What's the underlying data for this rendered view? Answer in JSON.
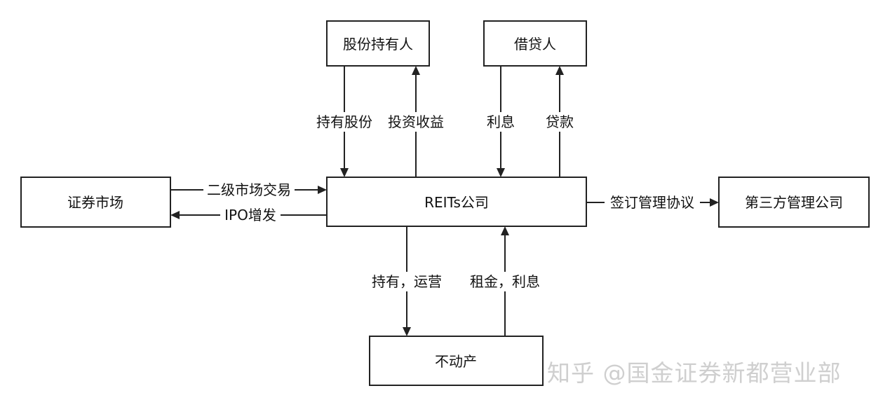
{
  "nodes": {
    "shareholders": "股份持有人",
    "borrowers": "借贷人",
    "securities_market": "证券市场",
    "reits_company": "REITs公司",
    "third_party_manager": "第三方管理公司",
    "real_estate": "不动产"
  },
  "edges": {
    "hold_shares": "持有股份",
    "investment_income": "投资收益",
    "interest": "利息",
    "loan": "贷款",
    "secondary_trading": "二级市场交易",
    "ipo_issuance": "IPO增发",
    "sign_management_agreement": "签订管理协议",
    "hold_operate": "持有，运营",
    "rent_interest": "租金，利息"
  },
  "watermark": "知乎 @国金证券新都营业部"
}
